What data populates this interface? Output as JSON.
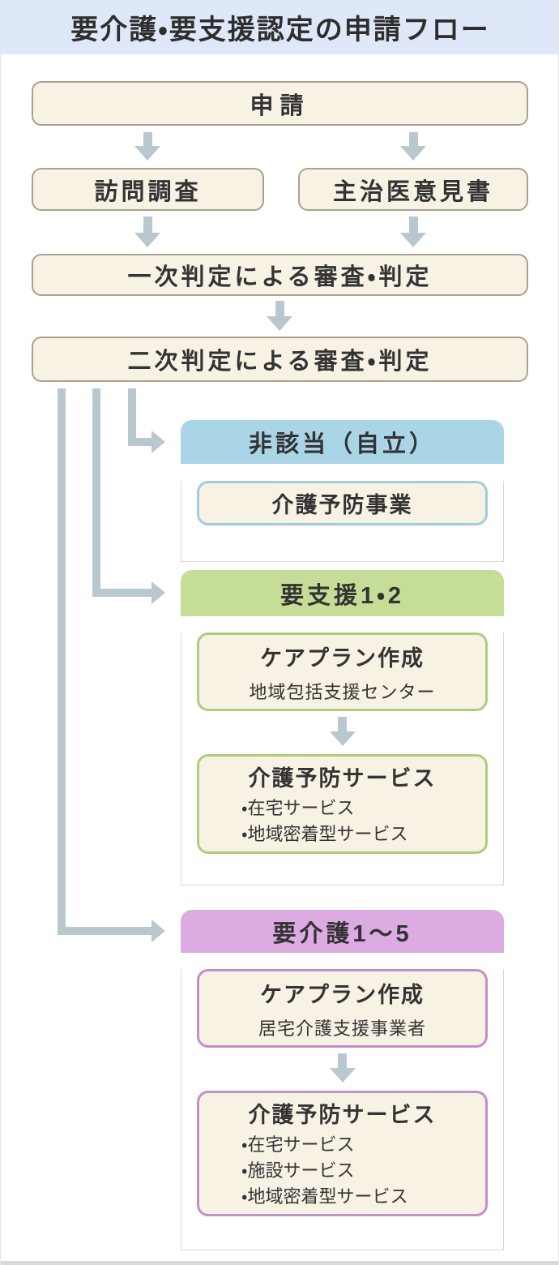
{
  "title": "要介護・要支援認定の申請フロー",
  "flow_boxes": {
    "apply": "申請",
    "visit_survey": "訪問調査",
    "doctor_opinion": "主治医意見書",
    "primary_judgment": "一次判定による審査・判定",
    "secondary_judgment": "二次判定による審査・判定"
  },
  "branches": {
    "not_applicable": {
      "header": "非該当（自立）",
      "program_title": "介護予防事業"
    },
    "support_1_2": {
      "header": "要支援1・2",
      "care_plan_title": "ケアプラン作成",
      "care_plan_subtitle": "地域包括支援センター",
      "service_title": "介護予防サービス",
      "service_items": [
        "・在宅サービス",
        "・地域密着型サービス"
      ]
    },
    "care_1_5": {
      "header": "要介護1〜5",
      "care_plan_title": "ケアプラン作成",
      "care_plan_subtitle": "居宅介護支援事業者",
      "service_title": "介護予防サービス",
      "service_items": [
        "・在宅サービス",
        "・施設サービス",
        "・地域密着型サービス"
      ]
    }
  },
  "colors": {
    "title_bar_bg": "#dfe8f8",
    "box_fill": "#f7f2e4",
    "box_border": "#a9a190",
    "arrow": "#b9c7ce",
    "not_applicable_header": "#a9d5e7",
    "not_applicable_border": "#9fcde0",
    "support_header": "#c5dd96",
    "support_border": "#abce7c",
    "care_header": "#dcabe2",
    "care_border": "#c28fcc",
    "panel_body_border": "#d9d9d9",
    "text": "#333333"
  }
}
